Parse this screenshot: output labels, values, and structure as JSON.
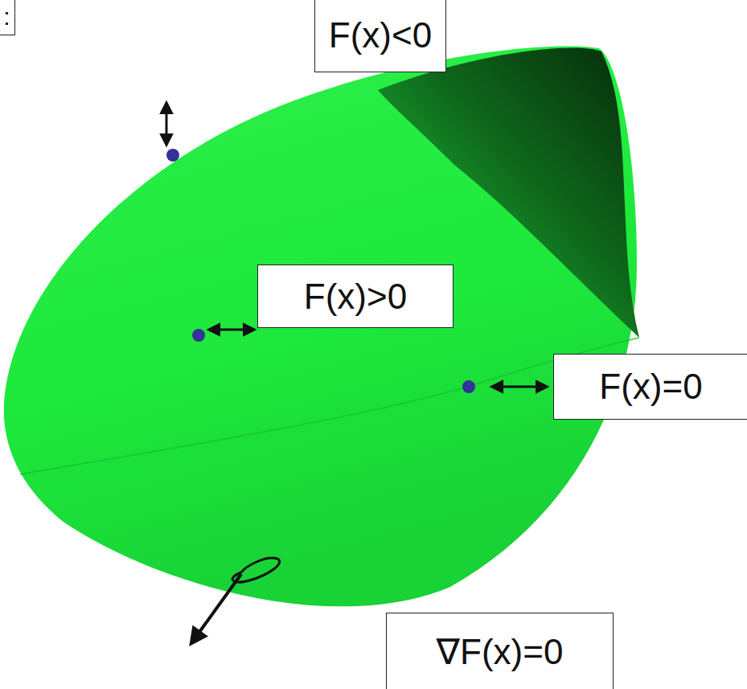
{
  "diagram": {
    "nodes": [
      {
        "text": [
          ":"
        ]
      },
      {
        "text": [
          "F(x)<0"
        ]
      },
      {
        "text": [
          "F(x)>0"
        ]
      },
      {
        "text": [
          "F(x)=0"
        ]
      },
      {
        "text": [
          "∇F(x)=0"
        ]
      }
    ]
  }
}
